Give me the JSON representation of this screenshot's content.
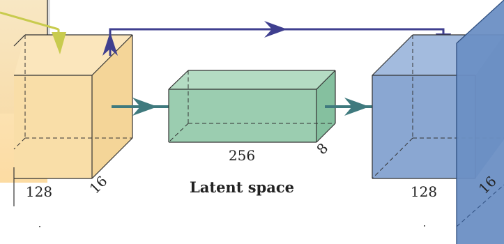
{
  "diagram": {
    "caption": "Latent space",
    "left_block": {
      "width_label": "128",
      "depth_label": "16"
    },
    "latent_block": {
      "width_label": "256",
      "depth_label": "8"
    },
    "right_block": {
      "width_label": "128",
      "depth_label": "16"
    }
  },
  "colors": {
    "background": "#ffffff",
    "overlay_panel": "#dcdcdc",
    "block_left": "#f9dfaa",
    "block_left_edge": "#e4c07a",
    "block_latent": "#9bcdb0",
    "block_latent_edge": "#5d9277",
    "block_right": "#8aa7d2",
    "block_right_edge": "#3d5f92",
    "block_far_right": "#6b8fc4",
    "arrow_skip": "#3f3f8f",
    "arrow_flow": "#3f7a7e",
    "arrow_yellow": "#c8cb4e"
  }
}
